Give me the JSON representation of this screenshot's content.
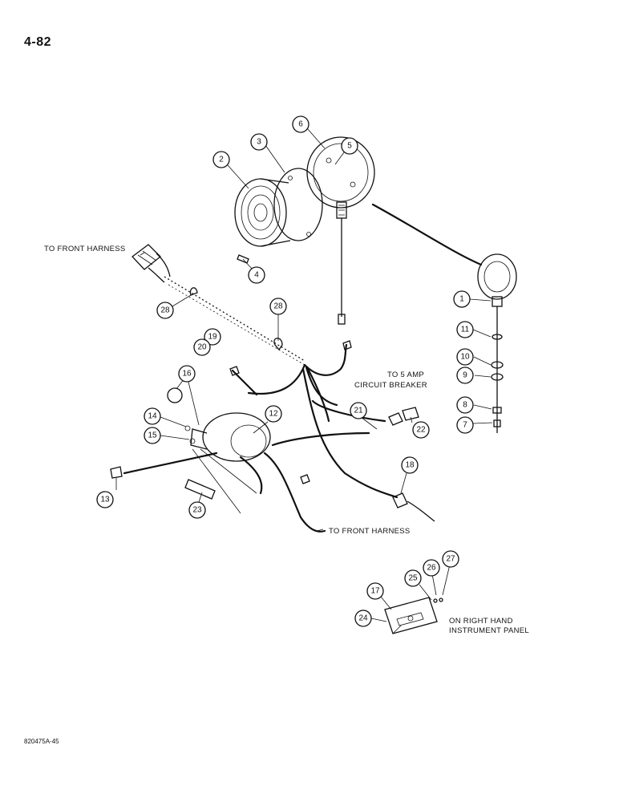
{
  "page_number": "4-82",
  "doc_code": "820475A-45",
  "labels": {
    "to_front_harness_top": "TO FRONT HARNESS",
    "to_5_amp_line1": "TO 5 AMP",
    "to_5_amp_line2": "CIRCUIT BREAKER",
    "to_front_harness_bottom": "TO FRONT HARNESS",
    "right_panel_line1": "ON RIGHT HAND",
    "right_panel_line2": "INSTRUMENT PANEL"
  },
  "callouts": {
    "c1": "1",
    "c2": "2",
    "c3": "3",
    "c4": "4",
    "c5": "5",
    "c6": "6",
    "c7": "7",
    "c8": "8",
    "c9": "9",
    "c10": "10",
    "c11": "11",
    "c12": "12",
    "c13": "13",
    "c14": "14",
    "c15": "15",
    "c16": "16",
    "c17": "17",
    "c18": "18",
    "c19": "19",
    "c20": "20",
    "c21": "21",
    "c22": "22",
    "c23": "23",
    "c24": "24",
    "c25": "25",
    "c26": "26",
    "c27": "27",
    "c28a": "28",
    "c28b": "28"
  }
}
